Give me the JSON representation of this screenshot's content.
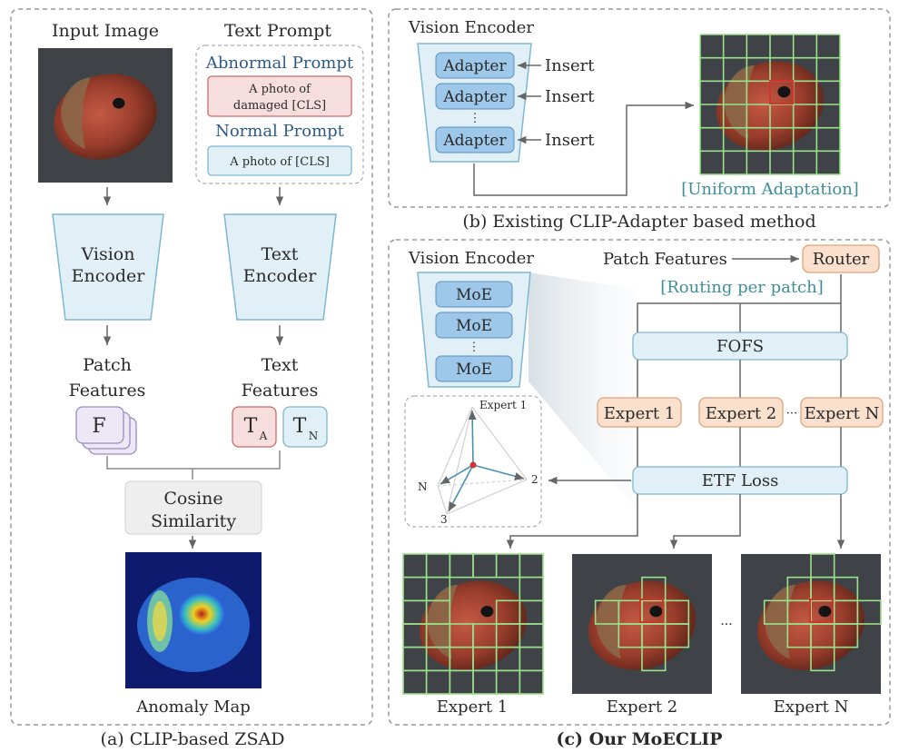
{
  "panel_a": {
    "input_image_title": "Input Image",
    "text_prompt_title": "Text Prompt",
    "abnormal_prompt_title": "Abnormal Prompt",
    "abnormal_prompt_line1": "A photo of",
    "abnormal_prompt_line2": "damaged [CLS]",
    "normal_prompt_title": "Normal Prompt",
    "normal_prompt_text": "A photo of [CLS]",
    "vision_encoder_line1": "Vision",
    "vision_encoder_line2": "Encoder",
    "text_encoder_line1": "Text",
    "text_encoder_line2": "Encoder",
    "patch_features_line1": "Patch",
    "patch_features_line2": "Features",
    "text_features_line1": "Text",
    "text_features_line2": "Features",
    "patch_token": "F",
    "ta_main": "T",
    "ta_sub": "A",
    "tn_main": "T",
    "tn_sub": "N",
    "cosine_line1": "Cosine",
    "cosine_line2": "Similarity",
    "anomaly_map_label": "Anomaly Map",
    "caption": "(a) CLIP-based ZSAD"
  },
  "panel_b": {
    "vision_encoder_title": "Vision Encoder",
    "adapter_label": "Adapter",
    "insert_label": "Insert",
    "dots": "⋮",
    "uniform_adaptation": "[Uniform Adaptation]",
    "caption": "(b) Existing CLIP-Adapter based method"
  },
  "panel_c": {
    "vision_encoder_title": "Vision Encoder",
    "moe_label": "MoE",
    "dots": "⋮",
    "patch_features": "Patch Features",
    "router": "Router",
    "routing_per_patch": "[Routing per patch]",
    "fofs": "FOFS",
    "expert_1": "Expert 1",
    "expert_2": "Expert 2",
    "expert_ellipsis": "···",
    "expert_n": "Expert N",
    "etf_loss": "ETF Loss",
    "simplex_expert1": "Expert 1",
    "simplex_2": "2",
    "simplex_n": "N",
    "simplex_3": "3",
    "bottom_expert_1": "Expert 1",
    "bottom_expert_2": "Expert 2",
    "bottom_expert_n": "Expert N",
    "bottom_ellipsis": "···",
    "caption": "(c) Our MoECLIP"
  },
  "colors": {
    "encoder_fill": "#e1f0f7",
    "encoder_stroke": "#7fb7d0",
    "adapter_fill": "#9ec8ea",
    "expert_fill": "#fbe0cd",
    "expert_stroke": "#e0a27a",
    "abnormal_fill": "#f7dede",
    "abnormal_stroke": "#cc6a6a",
    "f_fill": "#ece8f5",
    "f_stroke": "#9a8cc0",
    "grid_green": "#9be08a",
    "highlight_red": "#d0342c",
    "teal_text": "#3e8f9a",
    "navy_text": "#2f5a87"
  }
}
